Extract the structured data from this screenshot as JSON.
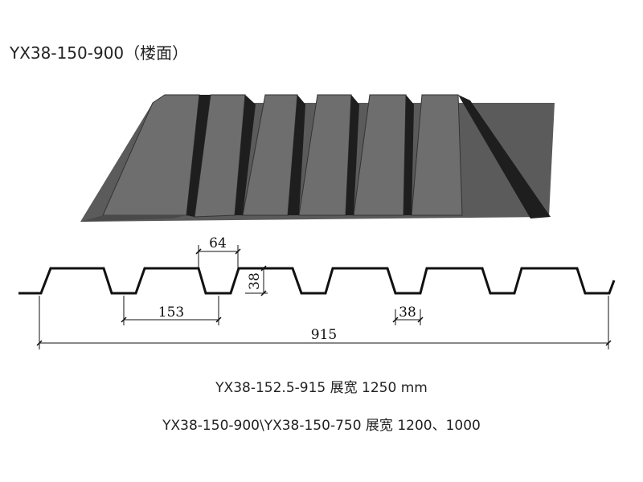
{
  "title": "YX38-150-900（楼面）",
  "dimensions": {
    "rib_top_width": "64",
    "rib_height": "38",
    "pitch": "153",
    "bottom_width": "38",
    "total_width": "915"
  },
  "captions": [
    "YX38-152.5-915  展宽  1250 mm",
    "YX38-150-900\\YX38-150-750 展宽 1200、1000"
  ],
  "colors": {
    "sheet": "#5b5b5b",
    "shadow": "#1e1e1e",
    "highlight": "#7a7a7a"
  }
}
